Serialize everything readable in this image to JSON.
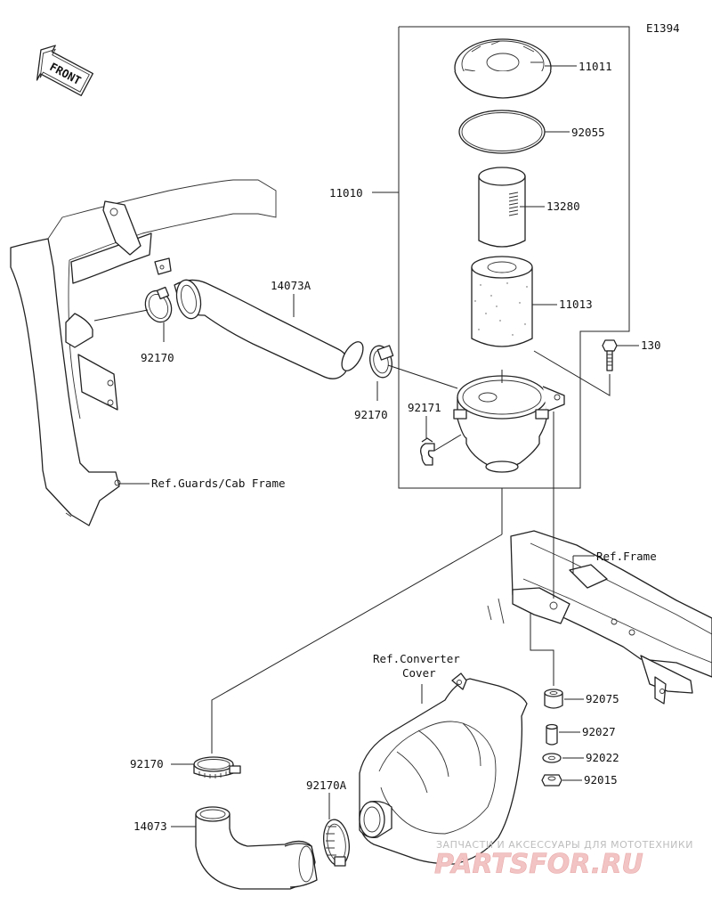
{
  "diagram_code": "E1394",
  "front_label": "FRONT",
  "parts": {
    "p11011": "11011",
    "p92055": "92055",
    "p11010": "11010",
    "p13280": "13280",
    "p11013": "11013",
    "p14073A": "14073A",
    "p130": "130",
    "p92170_clamp_left": "92170",
    "p92170_clamp_mid": "92170",
    "p92171": "92171",
    "p92075": "92075",
    "p92027": "92027",
    "p92022": "92022",
    "p92015": "92015",
    "p92170_bottom": "92170",
    "p92170A": "92170A",
    "p14073": "14073"
  },
  "references": {
    "guards_cab_frame": "Ref.Guards/Cab Frame",
    "frame": "Ref.Frame",
    "converter_cover_line1": "Ref.Converter",
    "converter_cover_line2": "Cover"
  },
  "watermark": {
    "line1": "ЗАПЧАСТИ И АКСЕССУАРЫ ДЛЯ МОТОТЕХНИКИ",
    "line2": "PARTSFOR.RU"
  }
}
